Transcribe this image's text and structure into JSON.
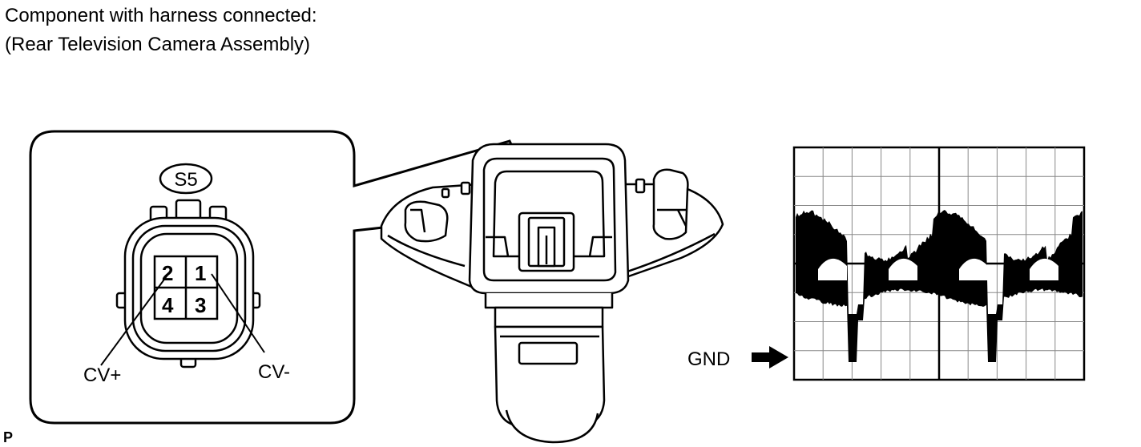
{
  "heading": {
    "line1": "Component with harness connected:",
    "line2": "(Rear Television Camera Assembly)"
  },
  "connector": {
    "code": "S5",
    "pins": [
      "2",
      "1",
      "4",
      "3"
    ],
    "label_left": "CV+",
    "label_right": "CV-"
  },
  "oscilloscope": {
    "ground_label": "GND",
    "grid_columns": 10,
    "grid_rows": 8
  },
  "corner_mark": "P"
}
